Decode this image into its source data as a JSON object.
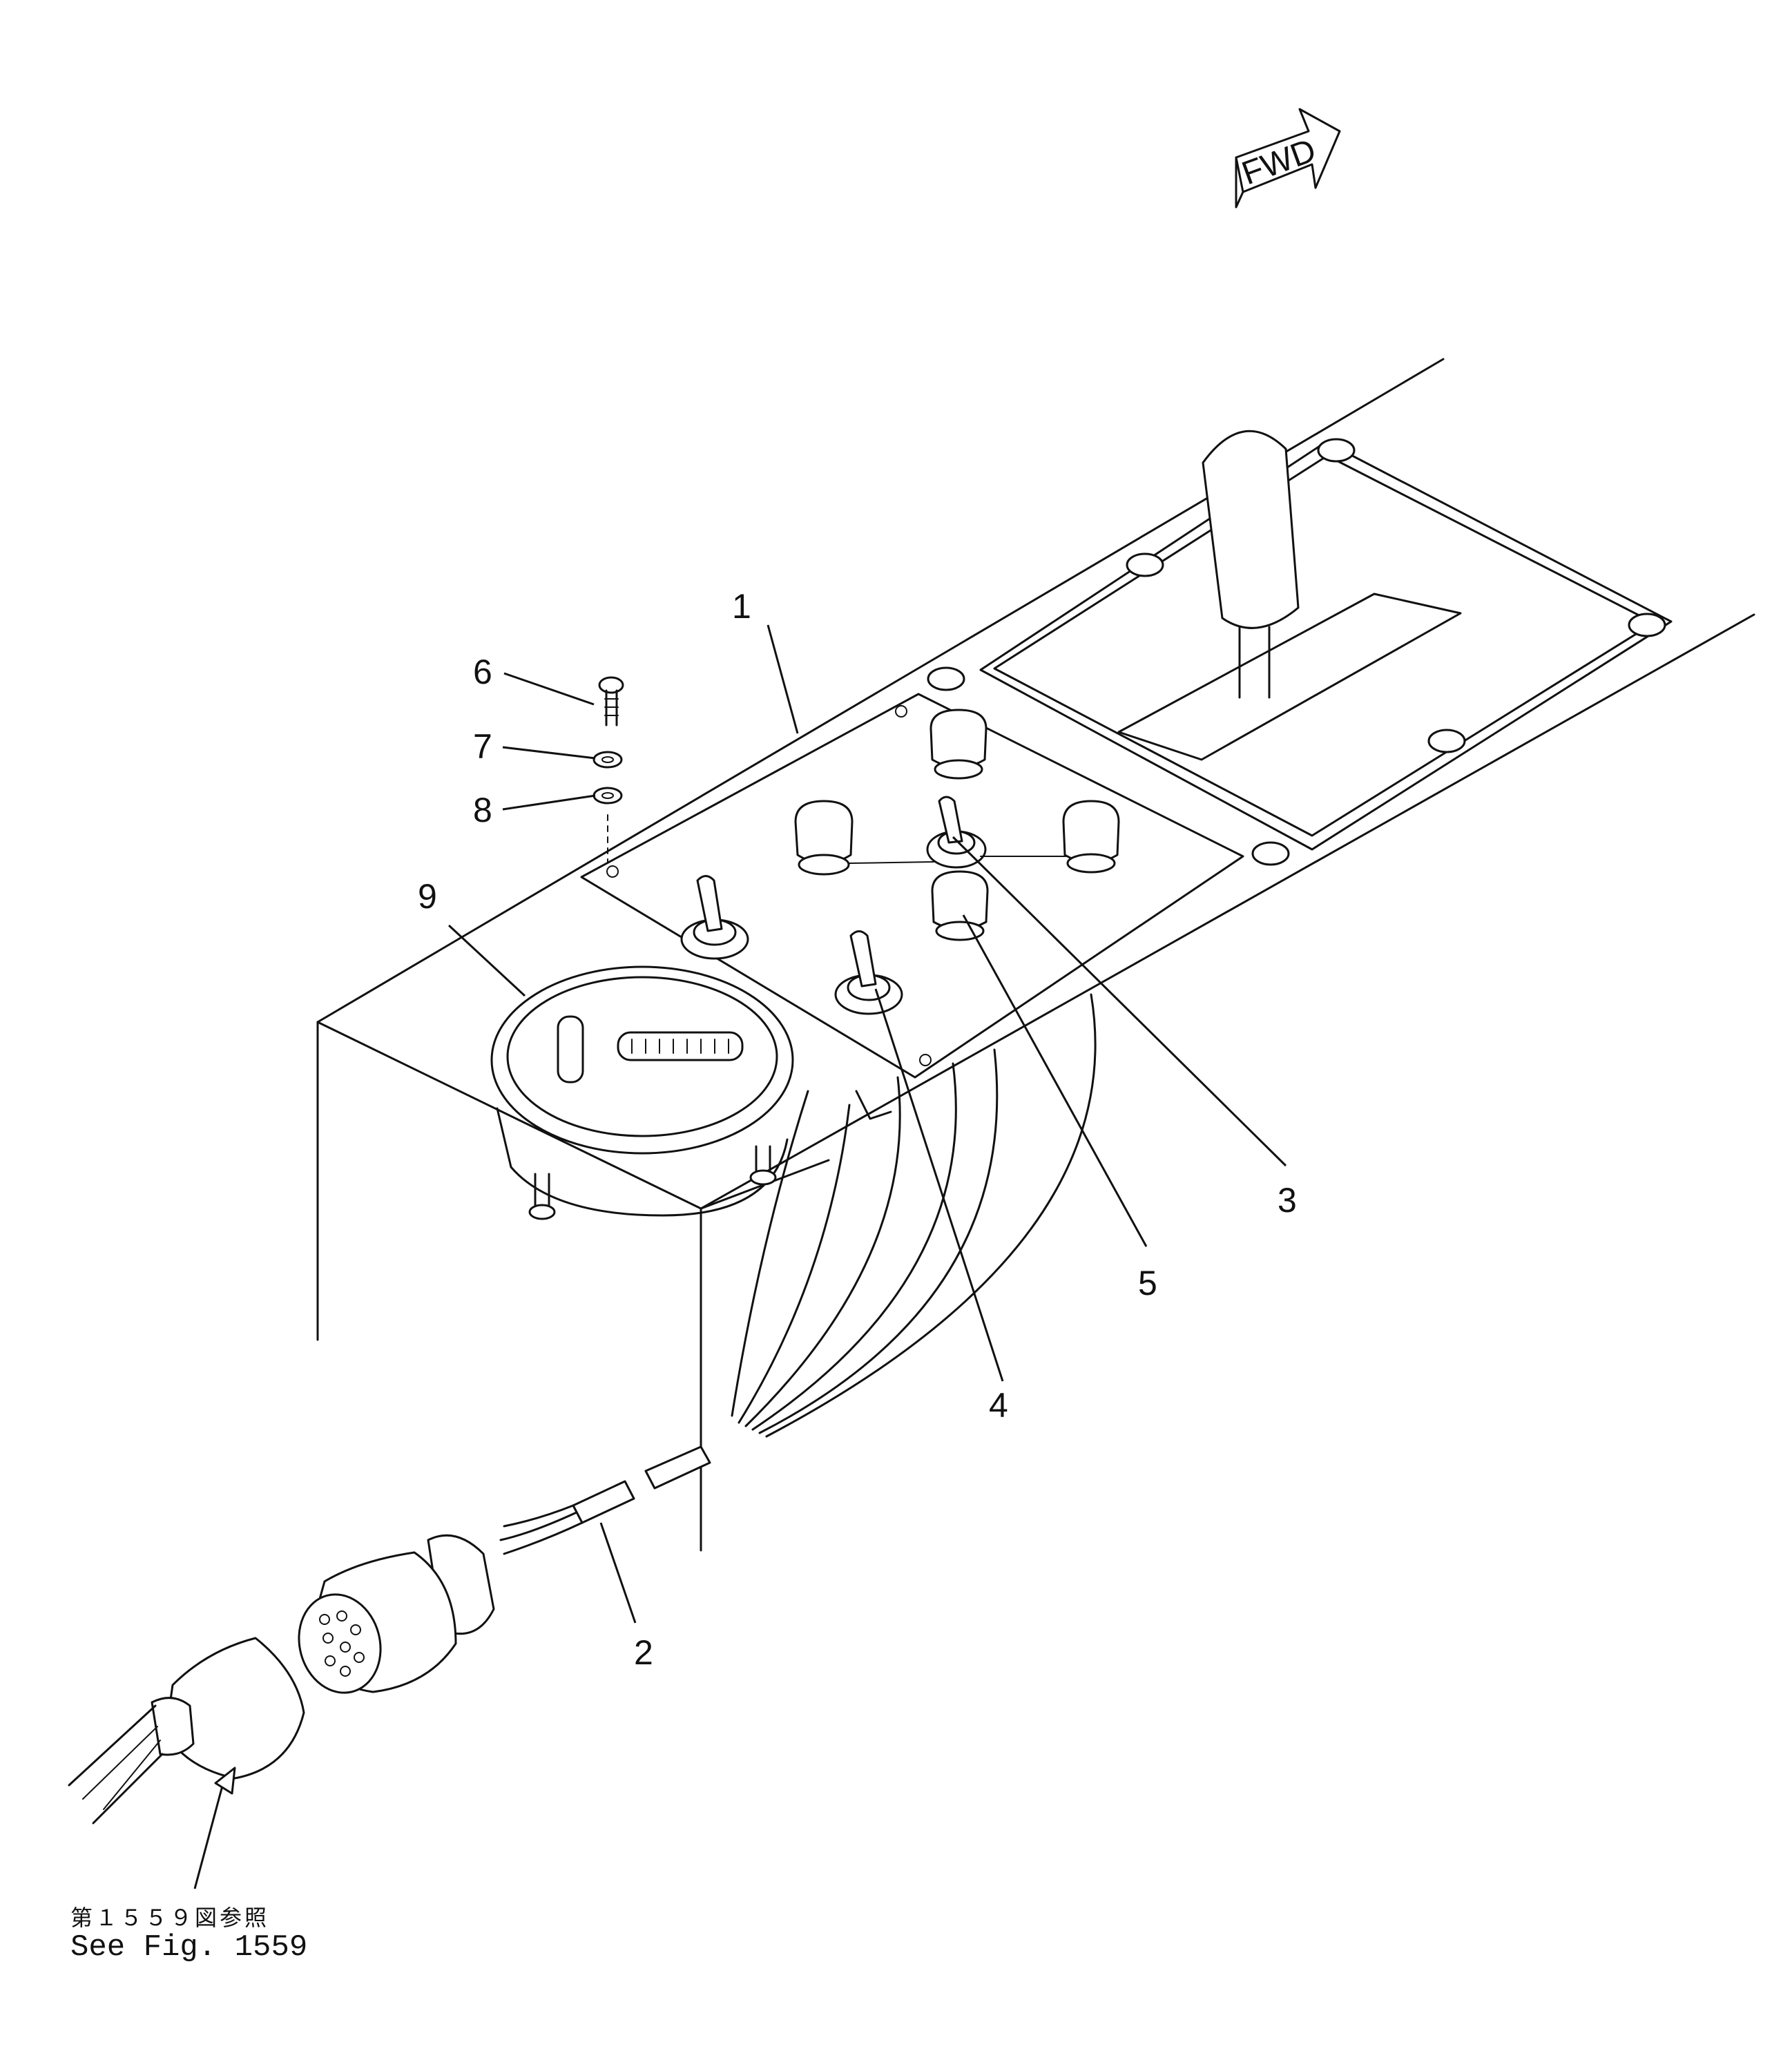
{
  "diagram": {
    "orientation_label": "FWD",
    "callouts": {
      "c1": "1",
      "c2": "2",
      "c3": "3",
      "c4": "4",
      "c5": "5",
      "c6": "6",
      "c7": "7",
      "c8": "8",
      "c9": "9"
    },
    "reference": {
      "japanese": "第１５５９図参照",
      "english": "See Fig. 1559"
    }
  }
}
